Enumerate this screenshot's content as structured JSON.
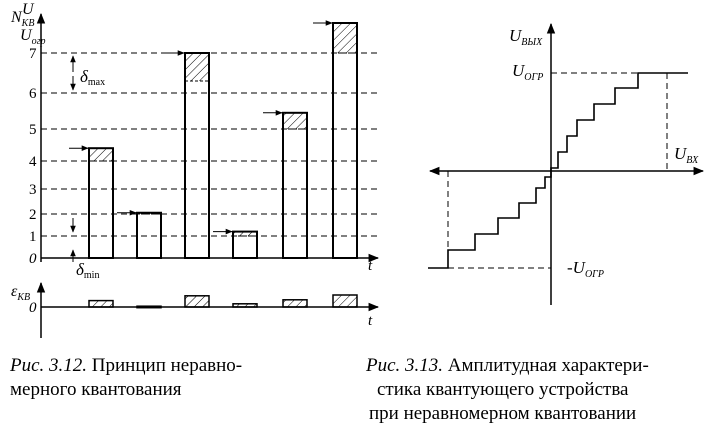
{
  "figure_1": {
    "caption_prefix": "Рис. 3.12.",
    "caption_line1": "Принцип неравно-",
    "caption_line2": "мерного квантования",
    "y_axis_label_main": "N",
    "y_axis_label_main_sub": "КВ",
    "y_axis_label_u": "U",
    "y_axis_label_limit": "U",
    "y_axis_label_limit_sub": "огр",
    "levels": [
      "1",
      "2",
      "3",
      "4",
      "5",
      "6",
      "7"
    ],
    "zero_label": "0",
    "t_label": "t",
    "delta_max_symbol": "δ",
    "delta_max_sub": "max",
    "delta_min_symbol": "δ",
    "delta_min_sub": "min",
    "samples": [
      {
        "level": 4.4,
        "quantized": 4
      },
      {
        "level": 2.05,
        "quantized": 2
      },
      {
        "level": 7,
        "quantized": 6.3
      },
      {
        "level": 1.2,
        "quantized": 1
      },
      {
        "level": 5.45,
        "quantized": 5
      },
      {
        "level": 7.75,
        "quantized": 7
      }
    ],
    "error_axis_label": "ε",
    "error_axis_label_sub": "КВ",
    "error_zero_label": "0",
    "error_t_label": "t"
  },
  "figure_2": {
    "caption_prefix": "Рис. 3.13.",
    "caption_line1": "Амплитудная характери-",
    "caption_line2": "стика  квантующего устройства",
    "caption_line3": "при  неравномерном квантовании",
    "y_axis_label": "U",
    "y_axis_label_sub": "ВЫХ",
    "x_axis_label": "U",
    "x_axis_label_sub": "ВХ",
    "pos_limit_label": "U",
    "pos_limit_label_sub": "ОГР",
    "neg_limit_label": "-U",
    "neg_limit_label_sub": "ОГР"
  }
}
